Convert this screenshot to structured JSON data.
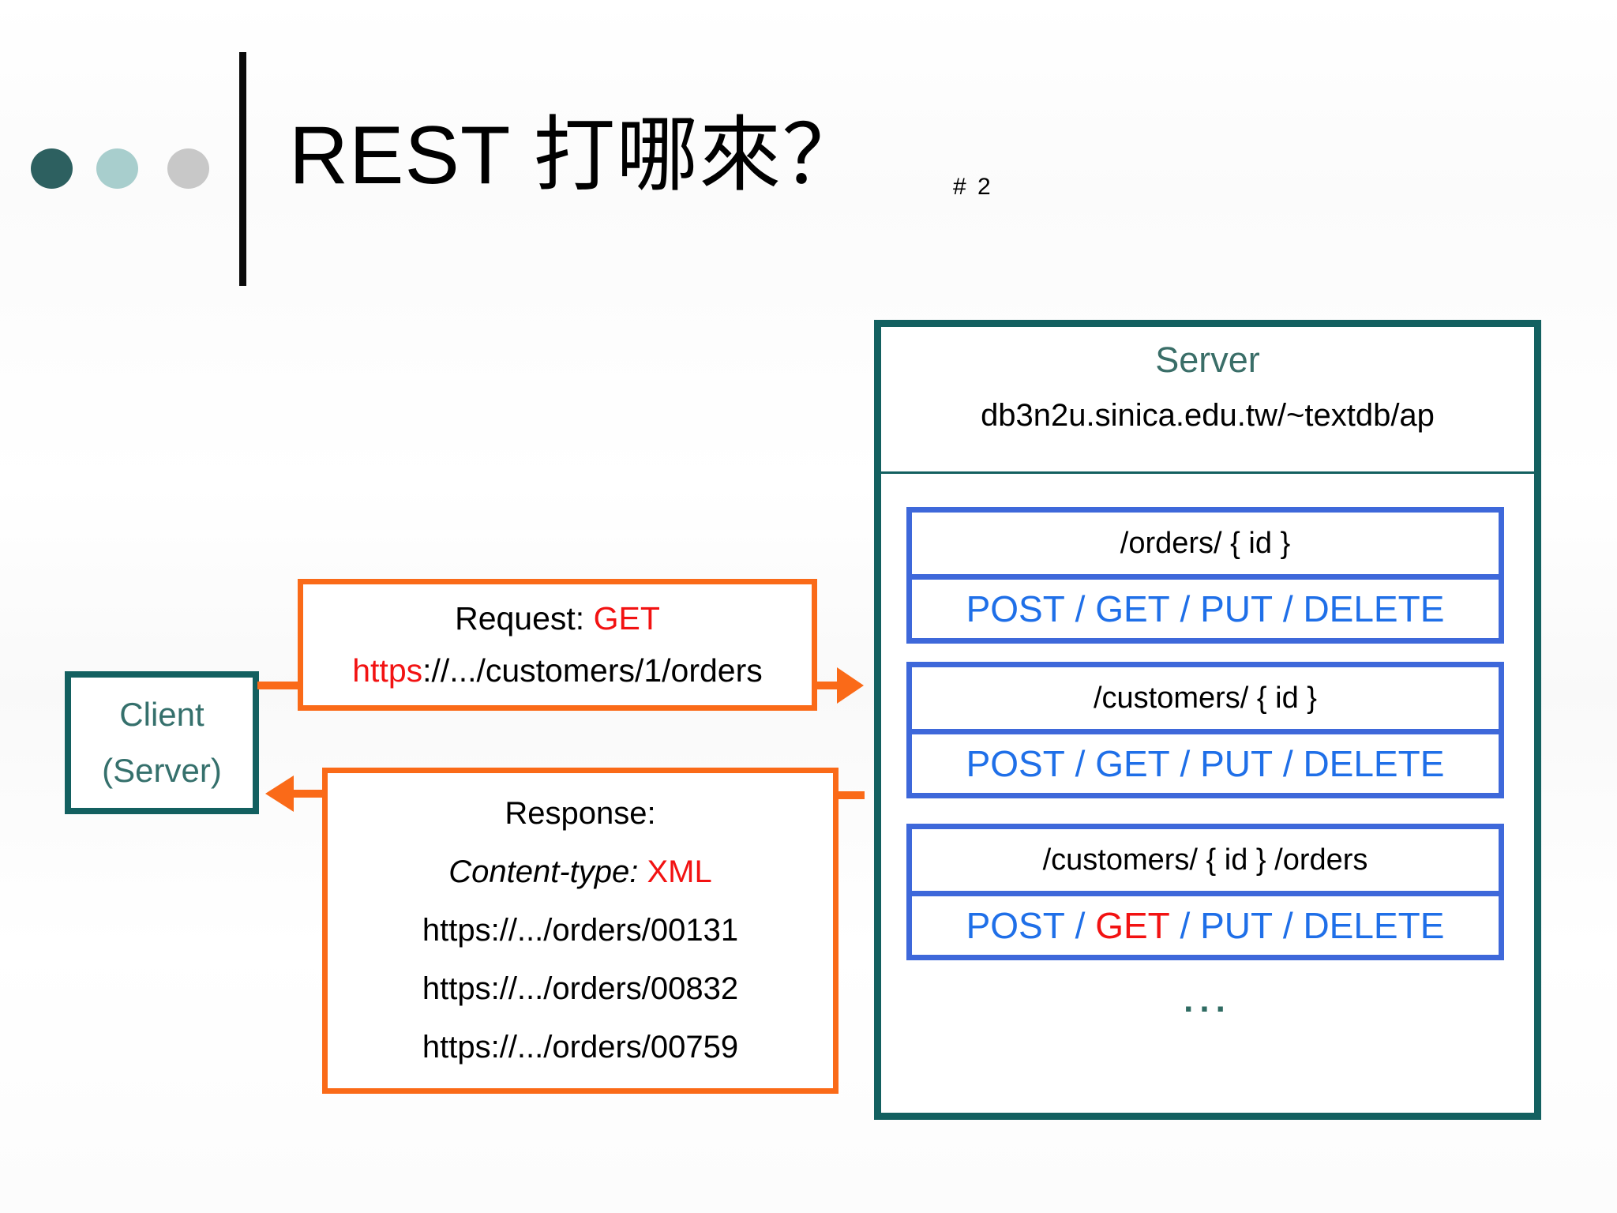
{
  "slide": {
    "title": "REST 打哪來？",
    "slide_number": "# 2"
  },
  "client": {
    "line1": "Client",
    "line2": "(Server)"
  },
  "request": {
    "label": "Request: ",
    "method": "GET",
    "url_scheme": "https",
    "url_rest": "://.../customers/1/orders"
  },
  "response": {
    "label": "Response:",
    "content_type_label": "Content-type: ",
    "content_type_value": "XML",
    "urls": [
      "https://.../orders/00131",
      "https://.../orders/00832",
      "https://.../orders/00759"
    ]
  },
  "server": {
    "title": "Server",
    "host": "db3n2u.sinica.edu.tw/~textdb/ap",
    "resources": [
      {
        "path": "/orders/ { id }",
        "methods": [
          "POST",
          "GET",
          "PUT",
          "DELETE"
        ],
        "highlight": ""
      },
      {
        "path": "/customers/ { id }",
        "methods": [
          "POST",
          "GET",
          "PUT",
          "DELETE"
        ],
        "highlight": ""
      },
      {
        "path": "/customers/ { id } /orders",
        "methods": [
          "POST",
          "GET",
          "PUT",
          "DELETE"
        ],
        "highlight": "GET"
      }
    ],
    "methods_separator": " / ",
    "ellipsis": "..."
  },
  "colors": {
    "teal_border": "#136060",
    "teal_text": "#35706c",
    "orange": "#fa6a18",
    "blue_border": "#3e68da",
    "blue_text": "#1f6fe8",
    "red": "#f21212",
    "dot_dark": "#2d6060",
    "dot_light": "#a8cecd",
    "dot_gray": "#c8c8c8"
  }
}
